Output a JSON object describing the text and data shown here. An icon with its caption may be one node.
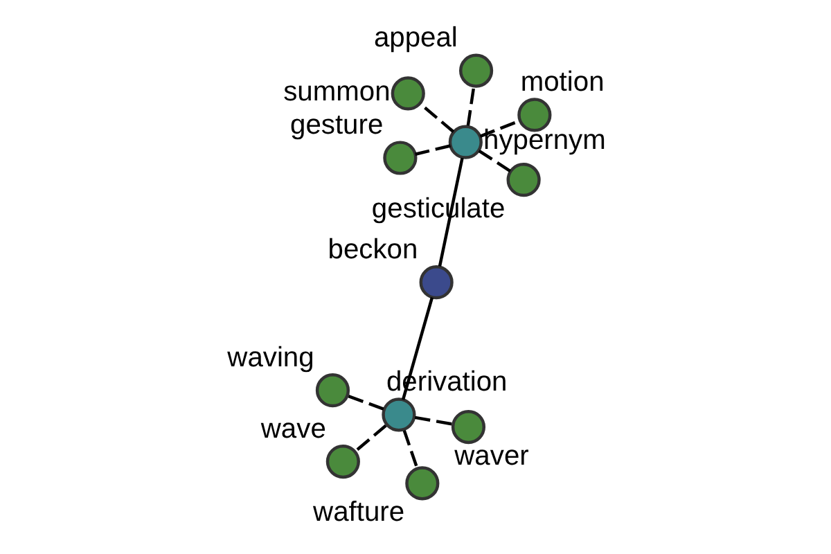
{
  "diagram": {
    "nodes": [
      {
        "text": [
          "beckon"
        ]
      },
      {
        "text": [
          "hypernym"
        ]
      },
      {
        "text": [
          "derivation"
        ]
      },
      {
        "text": [
          "appeal"
        ]
      },
      {
        "text": [
          "motion"
        ]
      },
      {
        "text": [
          "summon"
        ]
      },
      {
        "text": [
          "gesture"
        ]
      },
      {
        "text": [
          "gesticulate"
        ]
      },
      {
        "text": [
          "waving"
        ]
      },
      {
        "text": [
          "wafture"
        ]
      },
      {
        "text": [
          "waver"
        ]
      },
      {
        "text": [
          "wave"
        ]
      }
    ],
    "edges": [
      {
        "from": 0,
        "to": 1,
        "arrow": "none"
      },
      {
        "from": 0,
        "to": 2,
        "arrow": "none"
      },
      {
        "from": 1,
        "to": 3,
        "arrow": "none",
        "style": "dashed"
      },
      {
        "from": 1,
        "to": 4,
        "arrow": "none",
        "style": "dashed"
      },
      {
        "from": 1,
        "to": 5,
        "arrow": "none",
        "style": "dashed"
      },
      {
        "from": 1,
        "to": 6,
        "arrow": "none",
        "style": "dashed"
      },
      {
        "from": 1,
        "to": 7,
        "arrow": "none",
        "style": "dashed"
      },
      {
        "from": 2,
        "to": 8,
        "arrow": "none",
        "style": "dashed"
      },
      {
        "from": 2,
        "to": 9,
        "arrow": "none",
        "style": "dashed"
      },
      {
        "from": 2,
        "to": 10,
        "arrow": "none",
        "style": "dashed"
      },
      {
        "from": 2,
        "to": 11,
        "arrow": "none",
        "style": "dashed"
      }
    ]
  }
}
